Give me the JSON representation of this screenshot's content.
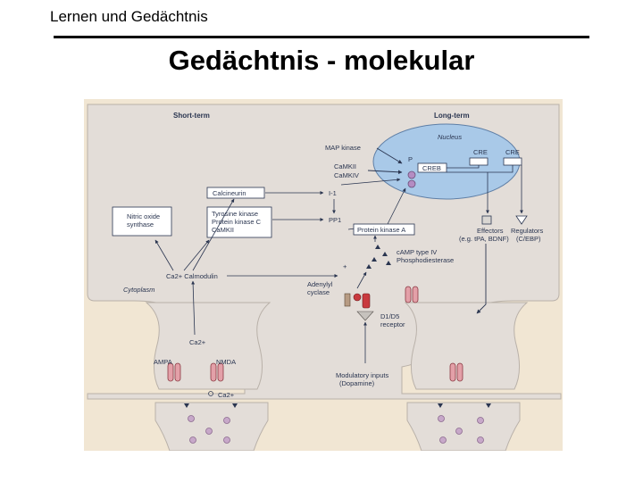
{
  "header": {
    "title": "Lernen und Gedächtnis"
  },
  "slide": {
    "title": "Gedächtnis - molekular"
  },
  "figure": {
    "labels": {
      "short_term": "Short-term",
      "long_term": "Long-term",
      "nucleus": "Nucleus",
      "map_kinase": "MAP kinase",
      "camkii_camkiv": "CaMKII\nCaMKIV",
      "p": "P",
      "creb": "CREB",
      "cre_1": "CRE",
      "cre_2": "CRE",
      "calcineurin": "Calcineurin",
      "i1": "I-1",
      "pp1": "PP1",
      "nitric_oxide": "Nitric oxide\nsynthase",
      "tyrosine_kinase": "Tyrosine kinase\nProtein kinase C\nCaMKII",
      "protein_kinase_a": "Protein kinase A",
      "effectors": "Effectors\n(e.g. tPA, BDNF)",
      "regulators": "Regulators\n(C/EBP)",
      "camp": "cAMP type IV\nPhosphodiesterase",
      "ca_calmodulin": "Ca2+ Calmodulin",
      "adenylyl_cyclase": "Adenylyl\ncyclase",
      "plus": "+",
      "cytoplasm": "Cytoplasm",
      "d1d5": "D1/D5\nreceptor",
      "ca2_upper": "Ca2+",
      "ampa": "AMPA",
      "nmda": "NMDA",
      "ca2_lower": "Ca2+",
      "modulatory": "Modulatory inputs\n(Dopamine)"
    }
  }
}
